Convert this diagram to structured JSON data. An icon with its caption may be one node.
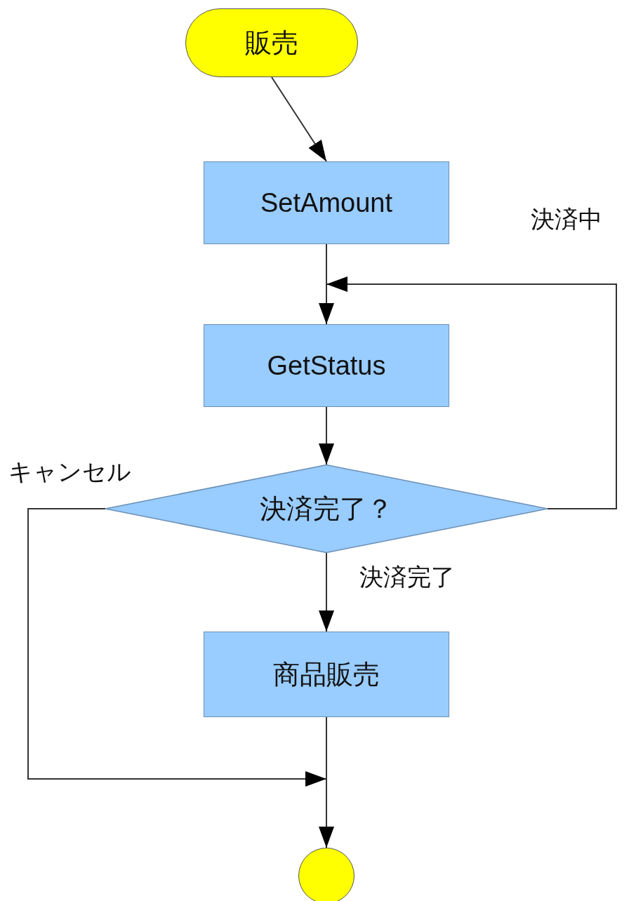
{
  "diagram": {
    "nodes": [
      {
        "text": [
          "販売"
        ]
      },
      {
        "text": [
          "SetAmount"
        ]
      },
      {
        "text": [
          "GetStatus"
        ]
      },
      {
        "text": [
          "決済完了？"
        ]
      },
      {
        "text": [
          "商品販売"
        ]
      },
      {
        "text": [],
        "shape": "circle"
      }
    ],
    "edges": [
      {
        "from": 0,
        "to": 1,
        "arrow": "to"
      },
      {
        "from": 1,
        "to": 2,
        "arrow": "to"
      },
      {
        "from": 2,
        "to": 3,
        "arrow": "to"
      },
      {
        "from": 3,
        "to": 4,
        "label": "決済完了",
        "arrow": "to"
      },
      {
        "from": 3,
        "to": 2,
        "label": "決済中",
        "arrow": "to"
      },
      {
        "from": 3,
        "to": 5,
        "label": "キャンセル",
        "arrow": "to"
      },
      {
        "from": 4,
        "to": 5,
        "arrow": "to"
      }
    ]
  }
}
